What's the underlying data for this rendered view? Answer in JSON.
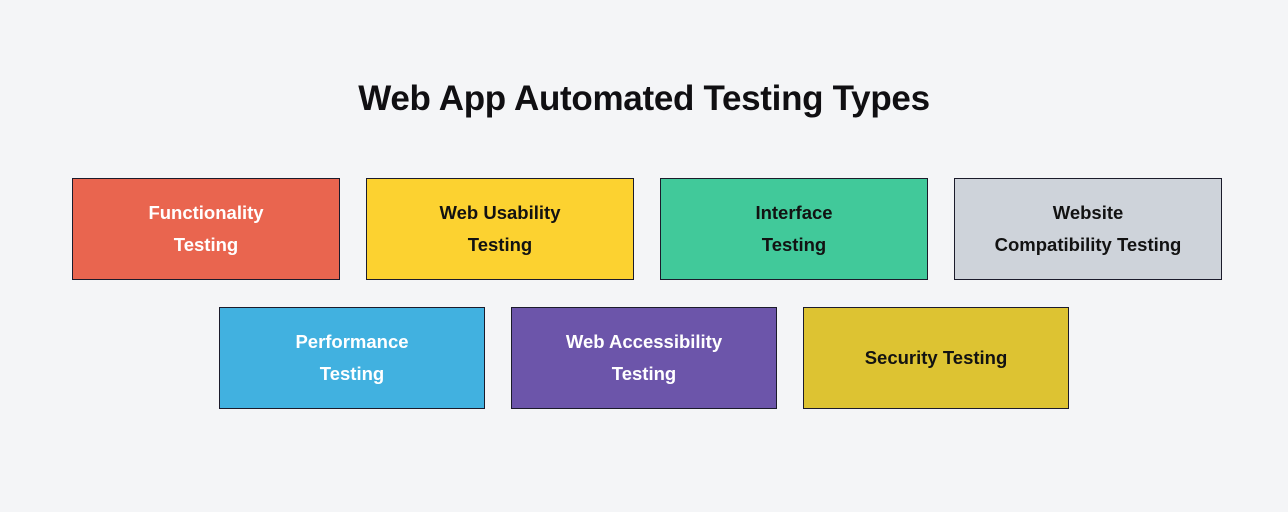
{
  "page": {
    "background_color": "#f4f5f7",
    "title": "Web App Automated Testing Types",
    "title_color": "#100f12"
  },
  "rows": [
    {
      "name": "row-1",
      "boxes": [
        {
          "label": "Functionality\nTesting",
          "fill": "#e9654f",
          "text_color": "#ffffff",
          "border_color": "#1b1b2b"
        },
        {
          "label": "Web Usability\nTesting",
          "fill": "#fcd230",
          "text_color": "#121212",
          "border_color": "#1b1b2b"
        },
        {
          "label": "Interface\nTesting",
          "fill": "#41c99a",
          "text_color": "#121212",
          "border_color": "#1b1b2b"
        },
        {
          "label": "Website\nCompatibility Testing",
          "fill": "#ced3da",
          "text_color": "#121212",
          "border_color": "#1b1b2b"
        }
      ]
    },
    {
      "name": "row-2",
      "boxes": [
        {
          "label": "Performance\nTesting",
          "fill": "#41b1e0",
          "text_color": "#ffffff",
          "border_color": "#1b1b2b"
        },
        {
          "label": "Web Accessibility\nTesting",
          "fill": "#6c55aa",
          "text_color": "#ffffff",
          "border_color": "#1b1b2b"
        },
        {
          "label": "Security Testing",
          "fill": "#ddc332",
          "text_color": "#121212",
          "border_color": "#1b1b2b"
        }
      ]
    }
  ],
  "chart_data": {
    "type": "table",
    "title": "Web App Automated Testing Types",
    "categories": [
      "Functionality Testing",
      "Web Usability Testing",
      "Interface Testing",
      "Website Compatibility Testing",
      "Performance Testing",
      "Web Accessibility Testing",
      "Security Testing"
    ],
    "layout": "two rows of labeled color blocks: 4 on top, 3 on bottom",
    "legend": "none",
    "grid": false
  }
}
